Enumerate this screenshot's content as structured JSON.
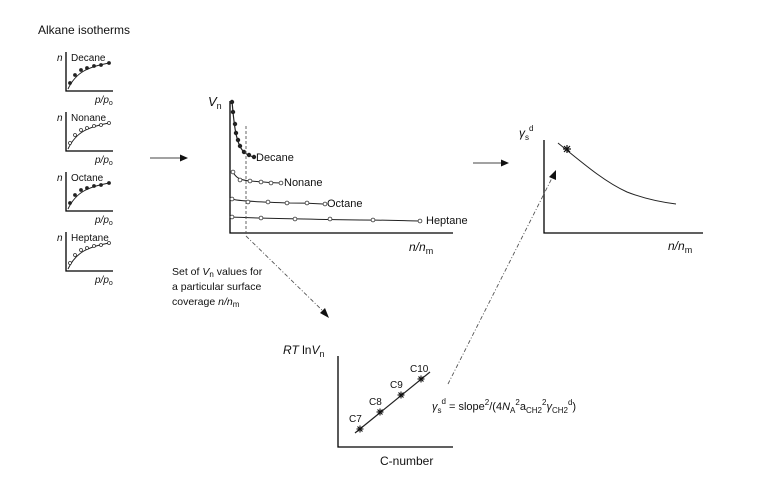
{
  "title": "Alkane isotherms",
  "isotherms": [
    {
      "label": "Decane",
      "y_label": "n",
      "x_label": "p/p",
      "x_sub": "o",
      "filled": true
    },
    {
      "label": "Nonane",
      "y_label": "n",
      "x_label": "p/p",
      "x_sub": "o",
      "filled": false
    },
    {
      "label": "Octane",
      "y_label": "n",
      "x_label": "p/p",
      "x_sub": "o",
      "filled": true
    },
    {
      "label": "Heptane",
      "y_label": "n",
      "x_label": "p/p",
      "x_sub": "o",
      "filled": false
    }
  ],
  "retention_plot": {
    "y_label": "V",
    "y_sub": "n",
    "x_label": "n/n",
    "x_sub": "m",
    "series": [
      "Decane",
      "Nonane",
      "Octane",
      "Heptane"
    ]
  },
  "note": {
    "line1_pre": "Set of ",
    "line1_var": "V",
    "line1_sub": "n",
    "line1_post": " values for",
    "line2": "a particular surface",
    "line3_pre": "coverage ",
    "line3_var": "n/n",
    "line3_sub": "m"
  },
  "energy_plot": {
    "y_label": "γ",
    "y_sub": "s",
    "y_sup": "d",
    "x_label": "n/n",
    "x_sub": "m"
  },
  "carbon_plot": {
    "y_label_pre": "RT",
    "y_label_ln": " ln",
    "y_label_var": "V",
    "y_sub": "n",
    "x_label": "C-number",
    "points": [
      "C7",
      "C8",
      "C9",
      "C10"
    ]
  },
  "equation": {
    "gamma": "γ",
    "gamma_sub": "s",
    "gamma_sup": "d",
    "eq": " = slope",
    "sup2": "2",
    "open": "/(4",
    "N": "N",
    "N_sub": "A",
    "N_sup": "2",
    "a": "a",
    "a_sub": "CH2",
    "a_sup": "2",
    "g": "γ",
    "g_sub": "CH2",
    "g_sup": "d",
    "close": ")"
  }
}
